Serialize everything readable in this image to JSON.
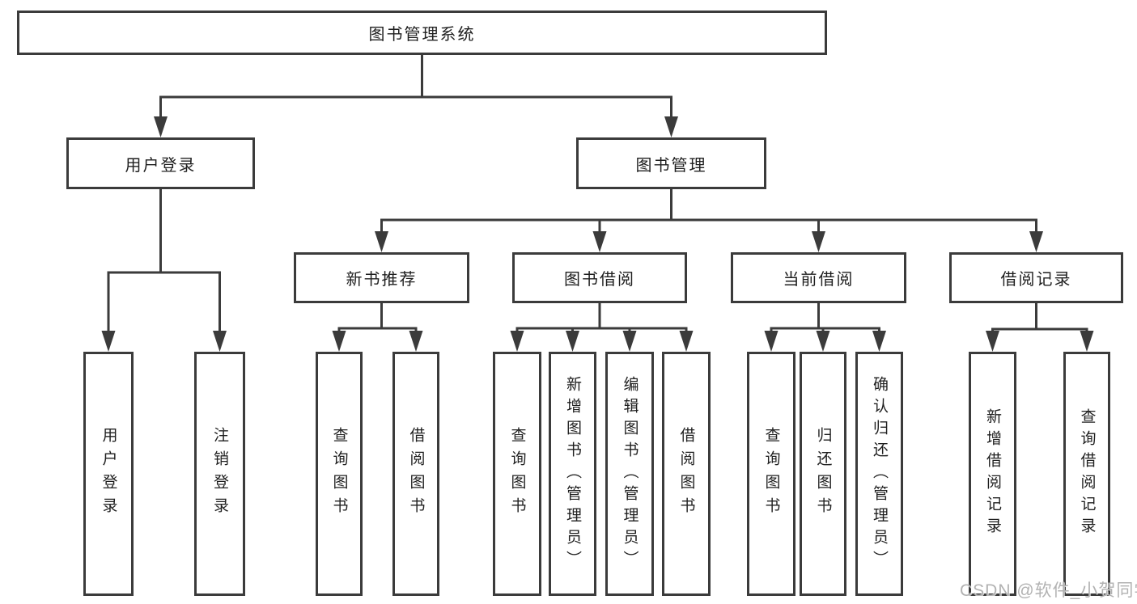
{
  "diagram_title": "图书管理系统",
  "nodes": {
    "root": {
      "label": "图书管理系统"
    },
    "user_login": {
      "label": "用户登录"
    },
    "book_management": {
      "label": "图书管理"
    },
    "new_book_recommend": {
      "label": "新书推荐"
    },
    "book_borrow": {
      "label": "图书借阅"
    },
    "current_borrow": {
      "label": "当前借阅"
    },
    "borrow_records": {
      "label": "借阅记录"
    },
    "leaf_user_login": {
      "label": "用户登录"
    },
    "leaf_logout": {
      "label": "注销登录"
    },
    "leaf_query_book_1": {
      "label": "查询图书"
    },
    "leaf_borrow_book_1": {
      "label": "借阅图书"
    },
    "leaf_query_book_2": {
      "label": "查询图书"
    },
    "leaf_add_book": {
      "label": "新增图书（管理员）"
    },
    "leaf_edit_book": {
      "label": "编辑图书（管理员）"
    },
    "leaf_borrow_book_2": {
      "label": "借阅图书"
    },
    "leaf_query_book_3": {
      "label": "查询图书"
    },
    "leaf_return_book": {
      "label": "归还图书"
    },
    "leaf_confirm_return": {
      "label": "确认归还（管理员）"
    },
    "leaf_add_record": {
      "label": "新增借阅记录"
    },
    "leaf_query_record": {
      "label": "查询借阅记录"
    }
  },
  "hierarchy": {
    "root": [
      "user_login",
      "book_management"
    ],
    "user_login": [
      "leaf_user_login",
      "leaf_logout"
    ],
    "book_management": [
      "new_book_recommend",
      "book_borrow",
      "current_borrow",
      "borrow_records"
    ],
    "new_book_recommend": [
      "leaf_query_book_1",
      "leaf_borrow_book_1"
    ],
    "book_borrow": [
      "leaf_query_book_2",
      "leaf_add_book",
      "leaf_edit_book",
      "leaf_borrow_book_2"
    ],
    "current_borrow": [
      "leaf_query_book_3",
      "leaf_return_book",
      "leaf_confirm_return"
    ],
    "borrow_records": [
      "leaf_add_record",
      "leaf_query_record"
    ]
  },
  "watermark": "CSDN @软件_小贺同学",
  "colors": {
    "line": "#3b3b3b",
    "text": "#1f1f1f",
    "box_background": "#ffffff",
    "watermark": "#b2b2b2",
    "background": "#ffffff"
  }
}
